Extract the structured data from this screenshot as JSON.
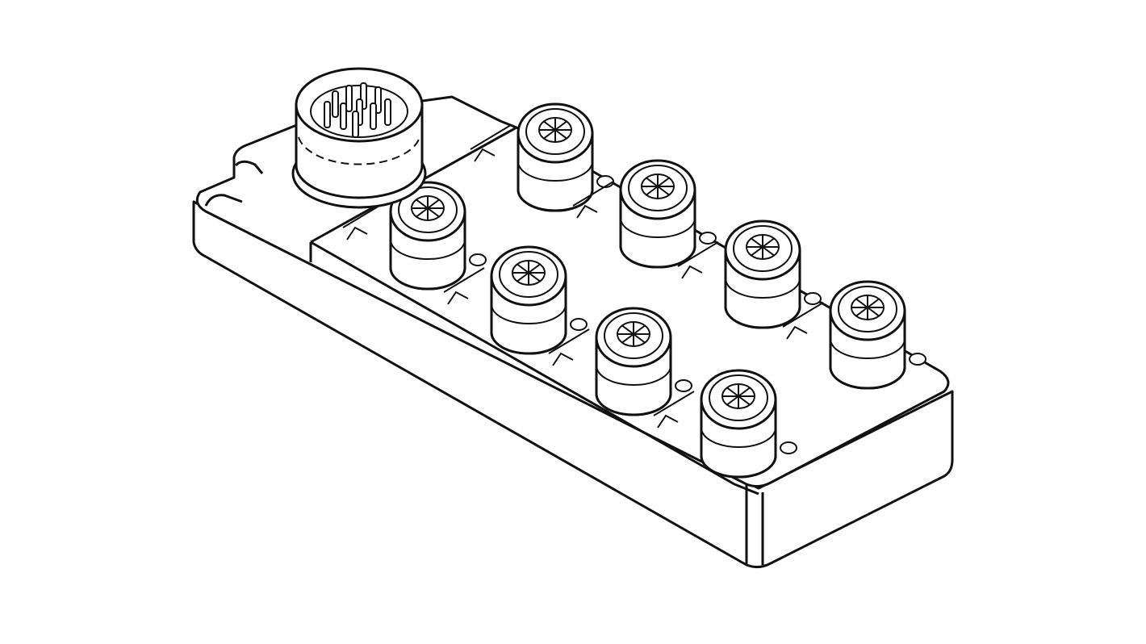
{
  "drawing": {
    "line_color": "#111111",
    "background": "#ffffff",
    "fill_color": "#ffffff",
    "main_connector_icon": "circular-multipin-plug",
    "port_icon": "m12-female-socket",
    "port_count": 8
  }
}
